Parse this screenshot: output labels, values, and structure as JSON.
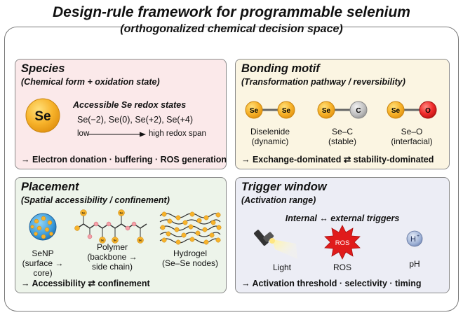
{
  "title": "Design-rule framework for programmable selenium",
  "subtitle": "(orthogonalized chemical decision space)",
  "species": {
    "heading": "Species",
    "subheading": "(Chemical form + oxidation state)",
    "atom_symbol": "Se",
    "redox_title": "Accessible Se redox states",
    "redox_states": "Se(−2), Se(0), Se(+2), Se(+4)",
    "span_low": "low",
    "span_high": "high redox span",
    "footer": "→ Electron donation · buffering · ROS generation"
  },
  "bonding": {
    "heading": "Bonding motif",
    "subheading": "(Transformation pathway / reversibility)",
    "motifs": [
      {
        "a": "Se",
        "b": "Se",
        "name": "Diselenide",
        "note": "(dynamic)"
      },
      {
        "a": "Se",
        "b": "C",
        "name": "Se–C",
        "note": "(stable)"
      },
      {
        "a": "Se",
        "b": "O",
        "name": "Se–O",
        "note": "(interfacial)"
      }
    ],
    "footer": "→ Exchange-dominated ⇄ stability-dominated"
  },
  "placement": {
    "heading": "Placement",
    "subheading": "(Spatial accessibility / confinement)",
    "senp_l1": "SeNP",
    "senp_l2": "(surface →",
    "senp_l3": "core)",
    "poly_l1": "Polymer",
    "poly_l2": "(backbone →",
    "poly_l3": "side chain)",
    "gel_l1": "Hydrogel",
    "gel_l2": "(Se–Se nodes)",
    "bead_label": "Se",
    "footer": "→ Accessibility ⇄ confinement"
  },
  "trigger": {
    "heading": "Trigger window",
    "subheading": "(Activation range)",
    "caption": "Internal ↔ external triggers",
    "light": "Light",
    "ros_badge": "ROS",
    "ros": "ROS",
    "proton": "H",
    "proton_charge": "+",
    "ph": "pH",
    "footer": "→ Activation threshold · selectivity · timing"
  }
}
